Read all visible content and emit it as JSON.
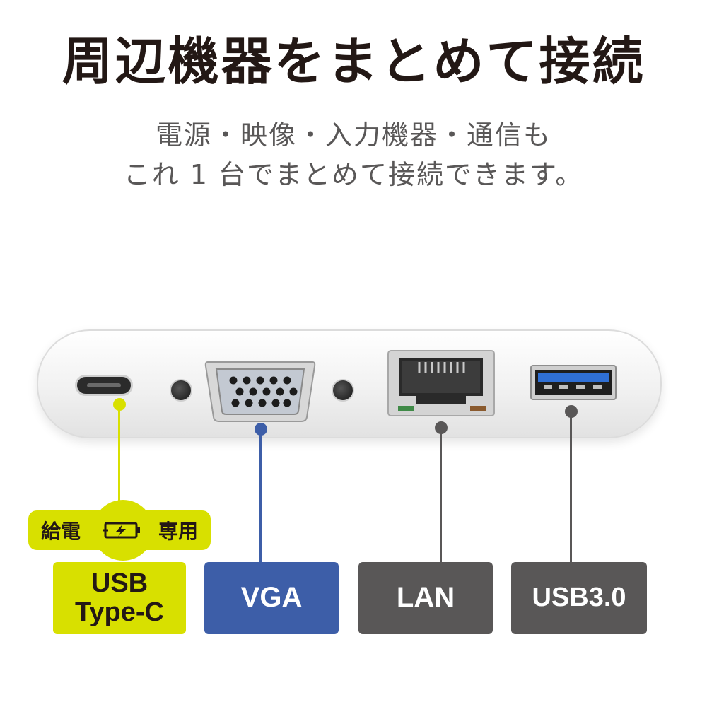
{
  "header": {
    "title": "周辺機器をまとめて接続",
    "subtitle_line1": "電源・映像・入力機器・通信も",
    "subtitle_line2": "これ 1 台でまとめて接続できます。"
  },
  "ports": [
    {
      "label_line1": "USB",
      "label_line2": "Type-C",
      "color": "#d8e000"
    },
    {
      "label": "VGA",
      "color": "#3d5ea8"
    },
    {
      "label": "LAN",
      "color": "#595757"
    },
    {
      "label": "USB3.0",
      "color": "#595757"
    }
  ],
  "power_badge": {
    "left_text": "給電",
    "icon": "battery-charging-icon",
    "right_text": "専用"
  }
}
